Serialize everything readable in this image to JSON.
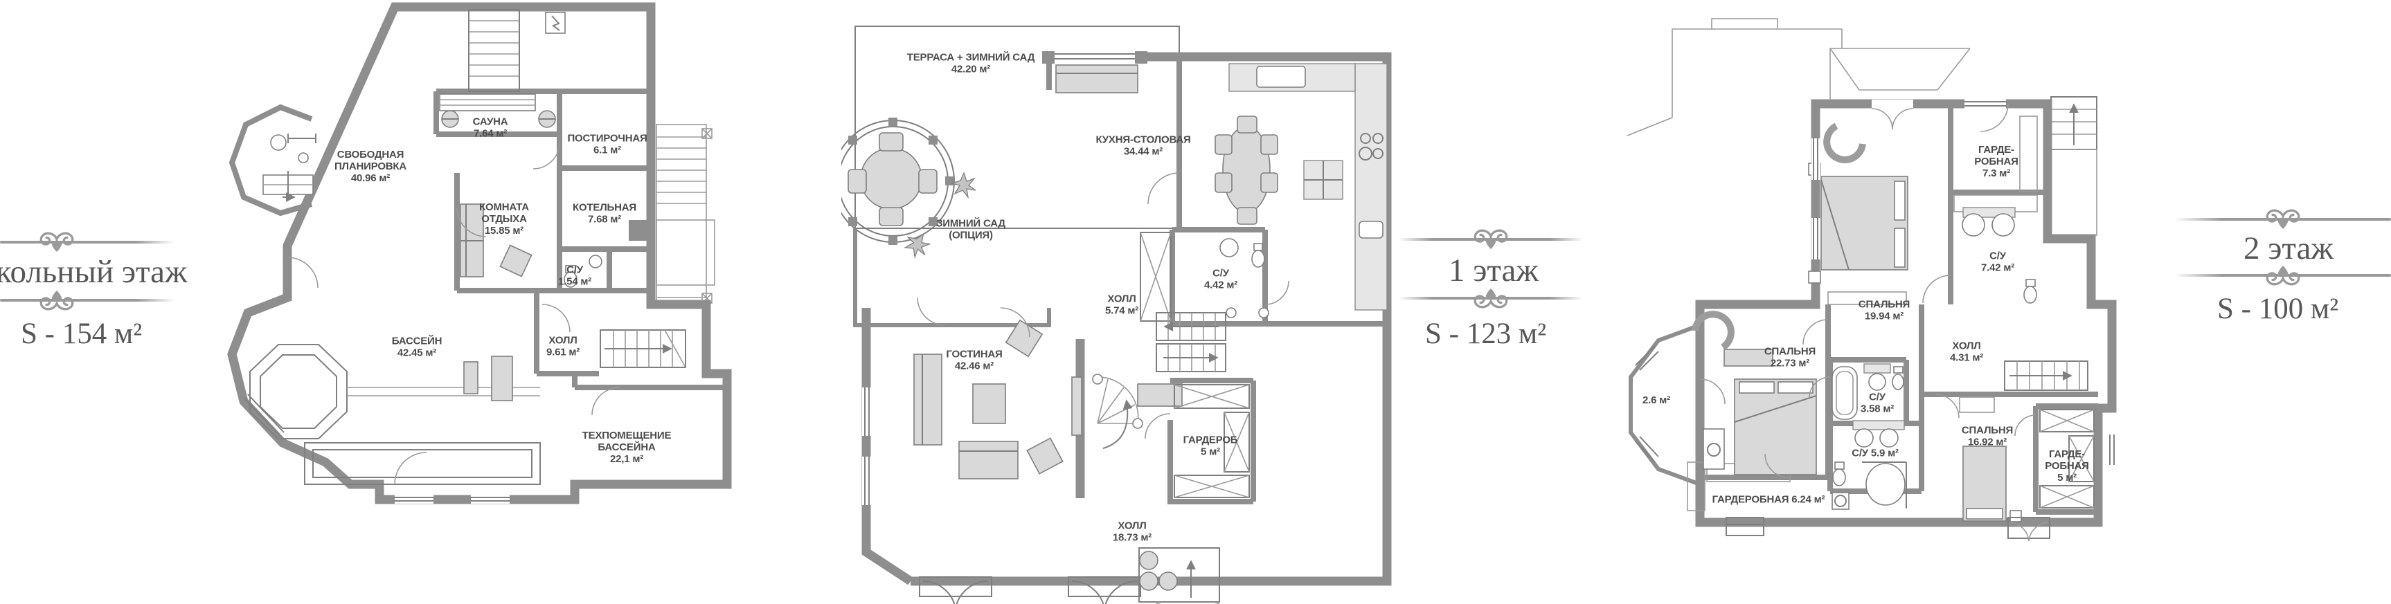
{
  "colors": {
    "wall": "#8e8e8e",
    "room_text": "#4c4c4c",
    "ornament": "#9a9a9a",
    "title_text": "#575757"
  },
  "floors": [
    {
      "title": "кольный этаж",
      "area_label": "S - 154 м²",
      "rooms": [
        {
          "name": "СВОБОДНАЯ\nПЛАНИРОВКА",
          "area": "40.96 м²"
        },
        {
          "name": "САУНА",
          "area": "7.64 м²"
        },
        {
          "name": "ПОСТИРОЧНАЯ",
          "area": "6.1 м²"
        },
        {
          "name": "КОМНАТА\nОТДЫХА",
          "area": "15.85 м²"
        },
        {
          "name": "КОТЕЛЬНАЯ",
          "area": "7.68 м²"
        },
        {
          "name": "С/У",
          "area": "1.54 м²"
        },
        {
          "name": "БАССЕЙН",
          "area": "42.45 м²"
        },
        {
          "name": "ХОЛЛ",
          "area": "9.61 м²"
        },
        {
          "name": "ТЕХПОМЕЩЕНИЕ\nБАССЕЙНА",
          "area": "22,1 м²"
        }
      ]
    },
    {
      "title": "1 этаж",
      "area_label": "S - 123 м²",
      "rooms": [
        {
          "name": "ТЕРРАСА + ЗИМНИЙ САД",
          "area": "42.20 м²"
        },
        {
          "name": "КУХНЯ-СТОЛОВАЯ",
          "area": "34.44 м²"
        },
        {
          "name": "ЗИМНИЙ САД\n(ОПЦИЯ)",
          "area": ""
        },
        {
          "name": "С/У",
          "area": "4.42 м²"
        },
        {
          "name": "ГОСТИНАЯ",
          "area": "42.46 м²"
        },
        {
          "name": "ХОЛЛ",
          "area": "5.74 м²"
        },
        {
          "name": "ХОЛЛ",
          "area": "18.73 м²"
        },
        {
          "name": "ГАРДЕРОБ",
          "area": "5 м²"
        }
      ]
    },
    {
      "title": "2 этаж",
      "area_label": "S - 100 м²",
      "rooms": [
        {
          "name": "ГАРДЕ-\nРОБНАЯ",
          "area": "7.3 м²"
        },
        {
          "name": "СПАЛЬНЯ",
          "area": "19.94 м²"
        },
        {
          "name": "С/У",
          "area": "7.42 м²"
        },
        {
          "name": "СПАЛЬНЯ",
          "area": "22.73 м²"
        },
        {
          "name": "ХОЛЛ",
          "area": "4.31 м²"
        },
        {
          "name": "С/У",
          "area": "3.58 м²"
        },
        {
          "name": "С/У",
          "area": "5.9 м²"
        },
        {
          "name": "ГАРДЕРОБНАЯ",
          "area": "6.24 м²"
        },
        {
          "name": "СПАЛЬНЯ",
          "area": "16.92 м²"
        },
        {
          "name": "ГАРДЕ-\nРОБНАЯ",
          "area": "5 м²"
        },
        {
          "name": "",
          "area": "2.6 м²"
        }
      ]
    }
  ]
}
